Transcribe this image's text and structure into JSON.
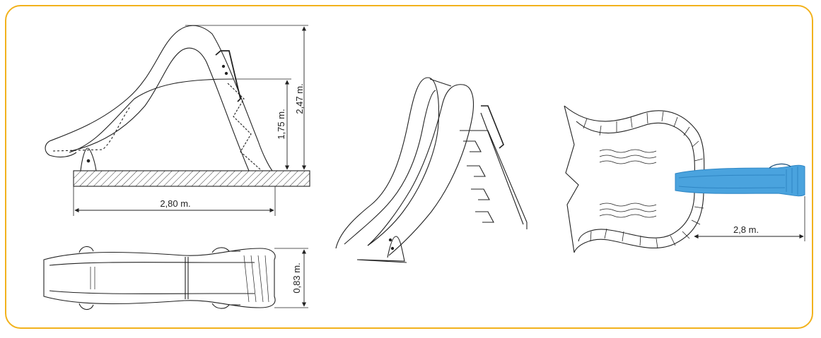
{
  "theme": {
    "frame_border": "#f2b21c",
    "line": "#222222",
    "slide_blue": "#4aa3de",
    "slide_blue_dark": "#2f86c4"
  },
  "side_view": {
    "total_height_label": "2,47 m.",
    "platform_height_label": "1,75 m.",
    "length_label": "2,80 m."
  },
  "top_view": {
    "width_label": "0,83 m."
  },
  "pool_view": {
    "projection_label": "2,8 m."
  }
}
